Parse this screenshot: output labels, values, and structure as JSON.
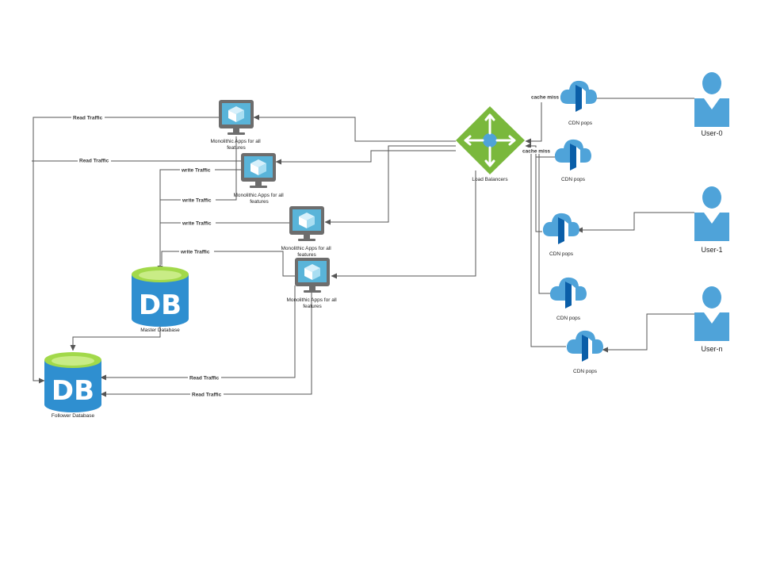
{
  "colors": {
    "azure_blue": "#2f8fd0",
    "azure_light": "#59b4d9",
    "db_green": "#a2d94a",
    "lb_green": "#7ab83c",
    "user_blue": "#4fa3d9",
    "line": "#555555"
  },
  "icons": {
    "app": "monitor-cube-icon",
    "database": "database-cylinder-icon",
    "cdn": "cloud-cdn-icon",
    "load_balancer": "load-balancer-diamond-icon",
    "user": "user-person-icon"
  },
  "nodes": {
    "apps": [
      "Monolithic Apps for all features",
      "Monolithic Apps for all features",
      "Monolithic Apps for all features",
      "Monolithic Apps for all features"
    ],
    "master_db": {
      "badge": "DB",
      "label": "Master Database"
    },
    "follower_db": {
      "badge": "DB",
      "label": "Follower Database"
    },
    "load_balancer": "Load Balancers",
    "cdn_pops": [
      "CDN pops",
      "CDN pops",
      "CDN pops",
      "CDN pops",
      "CDN pops"
    ],
    "users": [
      "User-0",
      "User-1",
      "User-n"
    ]
  },
  "edges": {
    "read_traffic": "Read Traffic",
    "write_traffic": "write Traffic",
    "cache_miss": "cache miss"
  }
}
